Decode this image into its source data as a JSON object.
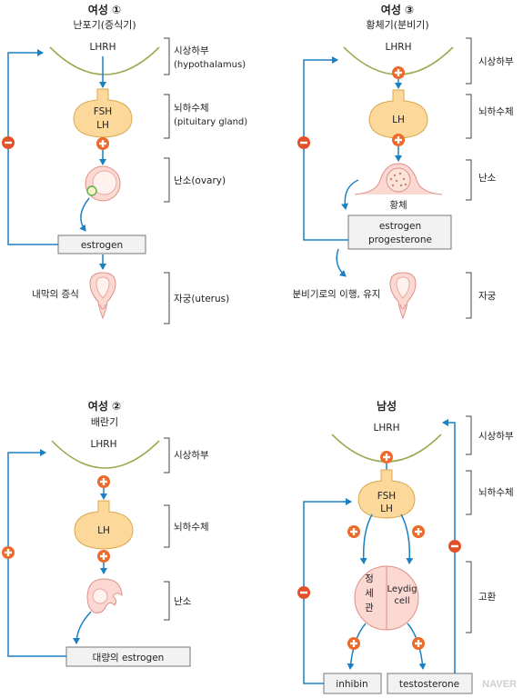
{
  "panel1": {
    "title": "여성 ①",
    "subtitle": "난포기(증식기)",
    "lhrh": "LHRH",
    "pituitary": "FSH\nLH",
    "pituitary_line1": "FSH",
    "pituitary_line2": "LH",
    "estrogen": "estrogen",
    "effect": "내막의 증식",
    "labels": {
      "hypothalamus_kr": "시상하부",
      "hypothalamus_en": "(hypothalamus)",
      "pituitary_kr": "뇌하수체",
      "pituitary_en": "(pituitary gland)",
      "ovary": "난소(ovary)",
      "uterus": "자궁(uterus)"
    }
  },
  "panel2": {
    "title": "여성 ②",
    "subtitle": "배란기",
    "lhrh": "LHRH",
    "pituitary": "LH",
    "estrogen": "대량의 estrogen",
    "labels": {
      "hypothalamus": "시상하부",
      "pituitary": "뇌하수체",
      "ovary": "난소"
    }
  },
  "panel3": {
    "title": "여성 ③",
    "subtitle": "황체기(분비기)",
    "lhrh": "LHRH",
    "pituitary": "LH",
    "corpus": "황체",
    "hormone_line1": "estrogen",
    "hormone_line2": "progesterone",
    "effect": "분비기로의 이행, 유지",
    "labels": {
      "hypothalamus": "시상하부",
      "pituitary": "뇌하수체",
      "ovary": "난소",
      "uterus": "자궁"
    }
  },
  "panel4": {
    "title": "남성",
    "lhrh": "LHRH",
    "pituitary_line1": "FSH",
    "pituitary_line2": "LH",
    "sertoli_chars": [
      "정",
      "세",
      "관"
    ],
    "leydig_line1": "Leydig",
    "leydig_line2": "cell",
    "inhibin": "inhibin",
    "testosterone": "testosterone",
    "labels": {
      "hypothalamus": "시상하부",
      "pituitary": "뇌하수체",
      "testis": "고환"
    }
  },
  "watermark": "NAVER",
  "colors": {
    "arrow": "#1b7fc4",
    "plus": "#ec6a2a",
    "minus": "#e2522a",
    "pituitary": "#fcd89b",
    "organ": "#fbd9d2"
  }
}
